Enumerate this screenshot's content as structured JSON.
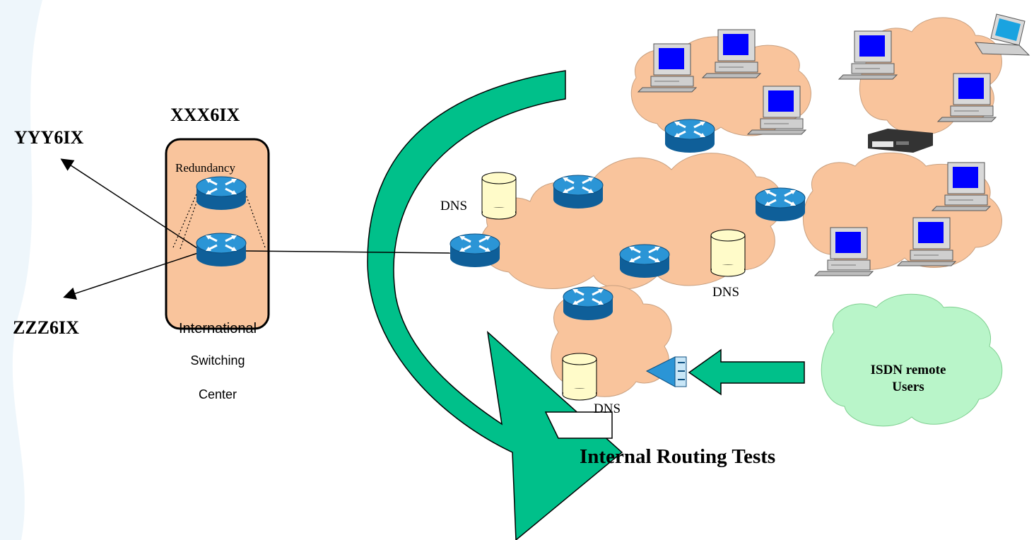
{
  "nodes": {
    "xxx": "XXX6IX",
    "yyy": "YYY6IX",
    "zzz": "ZZZ6IX"
  },
  "isc": {
    "redundancy": "Redundancy",
    "line1": "International",
    "line2": "Switching",
    "line3": "Center"
  },
  "dns_labels": [
    "DNS",
    "DNS",
    "DNS"
  ],
  "isdn": {
    "line1": "ISDN remote",
    "line2": "Users"
  },
  "caption": "Internal Routing Tests",
  "colors": {
    "box_fill": "#f9c49c",
    "cloud_fill": "#f9c49c",
    "isdn_cloud": "#b9f5c9",
    "arrow_green": "#00c08a",
    "router_blue": "#1d7fc1",
    "dns_fill": "#fffbc9",
    "screen_blue": "#0000ff"
  }
}
